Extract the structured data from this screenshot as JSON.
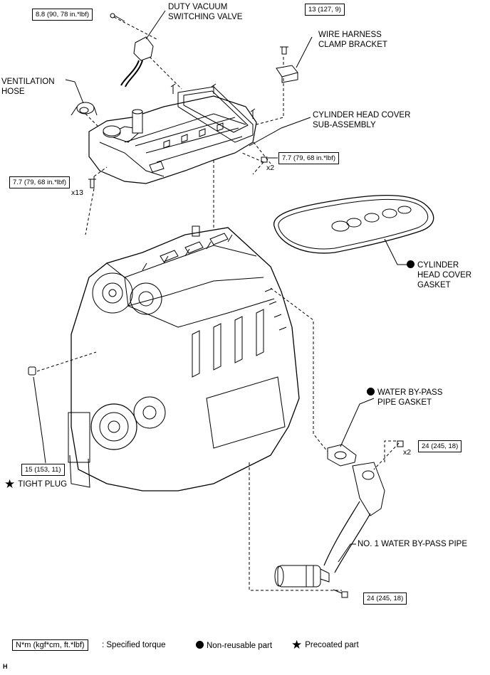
{
  "labels": {
    "duty_vacuum": "DUTY VACUUM\nSWITCHING VALVE",
    "wire_harness": "WIRE HARNESS\nCLAMP BRACKET",
    "ventilation_hose": "VENTILATION\nHOSE",
    "cylinder_head_cover": "CYLINDER HEAD COVER\nSUB-ASSEMBLY",
    "cylinder_head_gasket": "CYLINDER\nHEAD COVER\nGASKET",
    "water_bypass_gasket": "WATER BY-PASS\nPIPE GASKET",
    "water_bypass_pipe": "NO. 1 WATER BY-PASS PIPE",
    "tight_plug": "TIGHT PLUG"
  },
  "torques": {
    "duty_vacuum_bolt": "8.8 (90, 78 in.*lbf)",
    "bracket_bolt": "13 (127, 9)",
    "cover_nut": "7.7 (79, 68 in.*lbf)",
    "cover_bolt": "7.7 (79, 68 in.*lbf)",
    "plug": "15 (153, 11)",
    "pipe_nut": "24 (245, 18)",
    "pipe_bolt": "24 (245, 18)"
  },
  "multipliers": {
    "cover_nut": "x2",
    "cover_bolt": "x13",
    "pipe_nut": "x2"
  },
  "legend": {
    "torque_box": "N*m (kgf*cm, ft.*lbf)",
    "torque_text": ": Specified torque",
    "nonreusable": "Non-reusable part",
    "precoated": "Precoated part"
  },
  "footer_code": "H"
}
